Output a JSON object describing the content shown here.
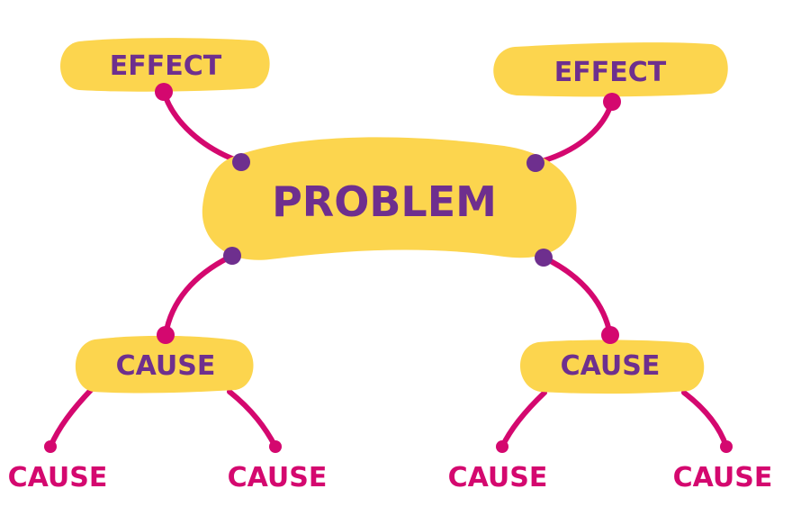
{
  "diagram": {
    "title": "Problem tree: effects and causes",
    "colors": {
      "blob": "#FCD54E",
      "node_text": "#6E2F8E",
      "leaf_text": "#D4086F",
      "connector": "#D4086F",
      "dot_purple": "#6E2F8E",
      "dot_pink": "#D4086F",
      "background": "#FFFFFF"
    },
    "center": {
      "label": "PROBLEM"
    },
    "effects": [
      {
        "label": "EFFECT"
      },
      {
        "label": "EFFECT"
      }
    ],
    "causes": [
      {
        "label": "CAUSE",
        "sub_causes": [
          {
            "label": "CAUSE"
          },
          {
            "label": "CAUSE"
          }
        ]
      },
      {
        "label": "CAUSE",
        "sub_causes": [
          {
            "label": "CAUSE"
          },
          {
            "label": "CAUSE"
          }
        ]
      }
    ]
  }
}
